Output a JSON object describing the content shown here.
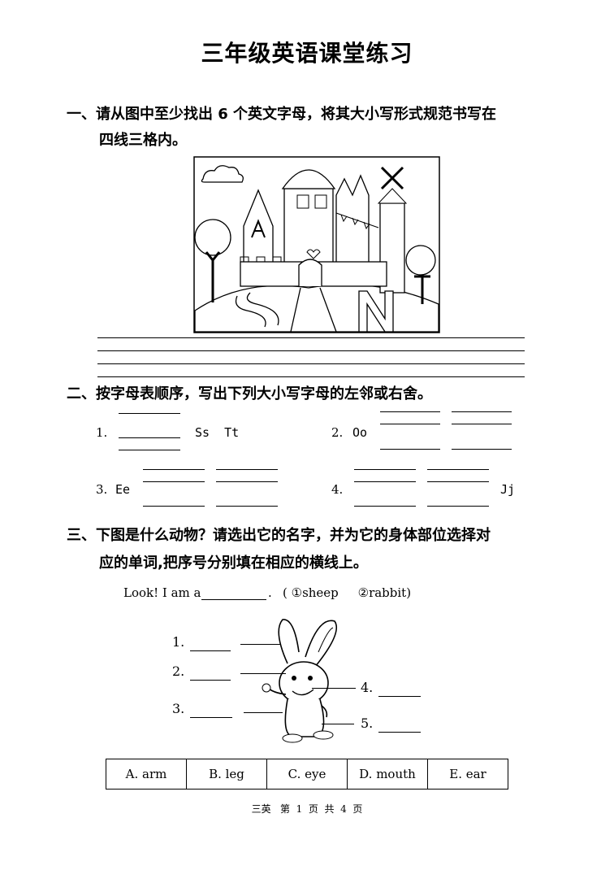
{
  "title": "三年级英语课堂练习",
  "section1": {
    "prompt_line1": "一、请从图中至少找出 6 个英文字母，将其大小写形式规范书写在",
    "prompt_line2": "四线三格内。"
  },
  "section2": {
    "prompt": "二、按字母表顺序，写出下列大小写字母的左邻或右舍。",
    "items": [
      {
        "num": "1.",
        "letters": "Ss  Tt"
      },
      {
        "num": "2.",
        "letters": "Oo"
      },
      {
        "num": "3.",
        "letters": "Ee"
      },
      {
        "num": "4.",
        "letters": "Jj"
      }
    ]
  },
  "section3": {
    "prompt_line1": "三、下图是什么动物？请选出它的名字，并为它的身体部位选择对",
    "prompt_line2": "应的单词,把序号分别填在相应的横线上。",
    "sentence": "Look! I am a",
    "choices": "( ①sheep     ②rabbit)",
    "labels": [
      "1.",
      "2.",
      "3.",
      "4.",
      "5."
    ],
    "options": [
      "A.  arm",
      "B.  leg",
      "C.  eye",
      "D.  mouth",
      "E.  ear"
    ]
  },
  "footer": "三英   第  1  页  共  4  页"
}
